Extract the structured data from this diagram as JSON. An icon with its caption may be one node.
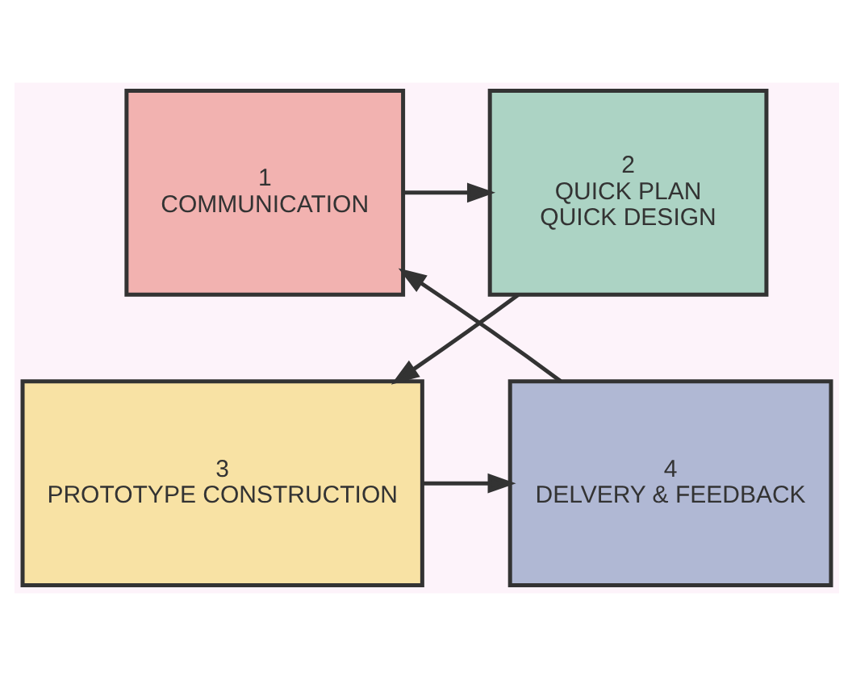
{
  "diagram": {
    "nodes": [
      {
        "text": [
          "1",
          "COMMUNICATION"
        ]
      },
      {
        "text": [
          "2",
          "QUICK PLAN",
          "QUICK DESIGN"
        ]
      },
      {
        "text": [
          "3",
          "PROTOTYPE CONSTRUCTION"
        ]
      },
      {
        "text": [
          "4",
          "DELVERY & FEEDBACK"
        ]
      }
    ],
    "edges": [
      {
        "from": 0,
        "to": 1,
        "arrow": "to"
      },
      {
        "from": 1,
        "to": 2,
        "arrow": "to"
      },
      {
        "from": 2,
        "to": 3,
        "arrow": "to"
      },
      {
        "from": 3,
        "to": 0,
        "arrow": "to"
      }
    ]
  }
}
